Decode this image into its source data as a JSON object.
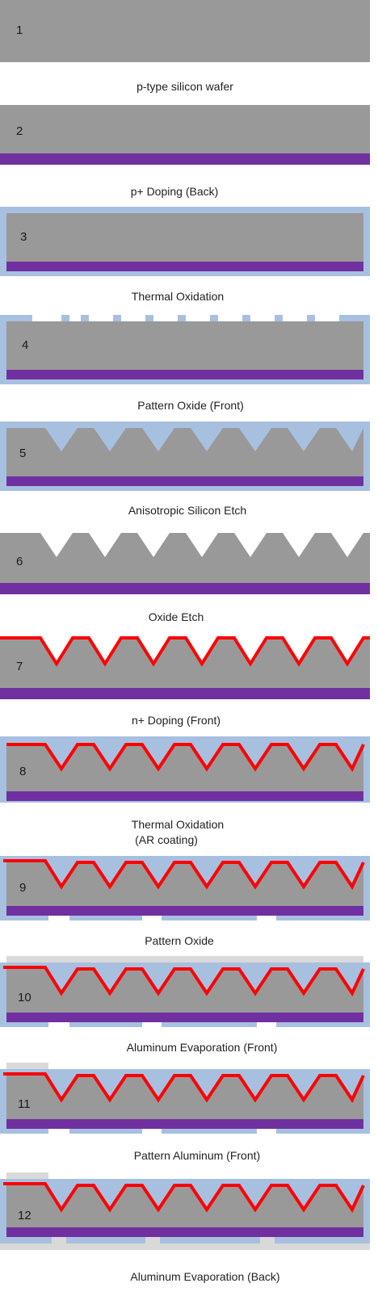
{
  "colors": {
    "silicon": "#999999",
    "p_plus_back": "#7030a0",
    "oxide": "#a8c0e0",
    "n_plus_front": "#ff0000",
    "aluminum": "#d9d9d9",
    "background": "#ffffff"
  },
  "steps": [
    {
      "number": "1",
      "caption": "p-type silicon wafer"
    },
    {
      "number": "2",
      "caption": "p+ Doping (Back)"
    },
    {
      "number": "3",
      "caption": "Thermal Oxidation"
    },
    {
      "number": "4",
      "caption": "Pattern Oxide (Front)"
    },
    {
      "number": "5",
      "caption": "Anisotropic Silicon Etch"
    },
    {
      "number": "6",
      "caption": "Oxide Etch"
    },
    {
      "number": "7",
      "caption": "n+ Doping (Front)"
    },
    {
      "number": "8",
      "caption": "Thermal Oxidation",
      "caption_line2": "(AR coating)"
    },
    {
      "number": "9",
      "caption": "Pattern Oxide"
    },
    {
      "number": "10",
      "caption": "Aluminum Evaporation (Front)"
    },
    {
      "number": "11",
      "caption": "Pattern Aluminum (Front)"
    },
    {
      "number": "12",
      "caption": "Aluminum Evaporation (Back)"
    }
  ]
}
